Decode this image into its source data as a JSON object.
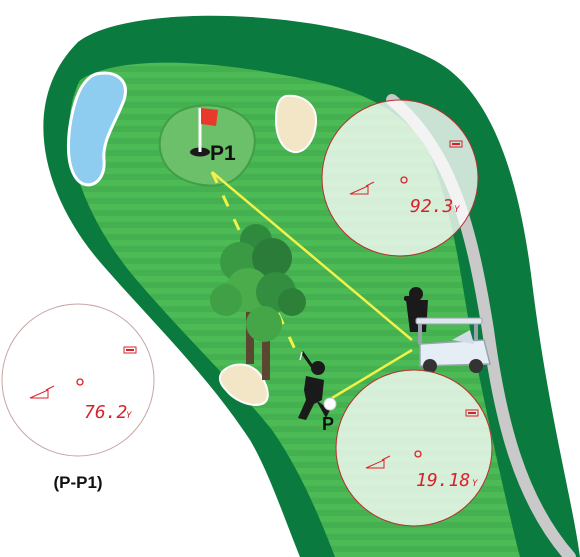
{
  "markers": {
    "pin": "P1",
    "player": "P"
  },
  "readouts": {
    "left": {
      "value": "76.2",
      "unit": "Y"
    },
    "top_right": {
      "value": "92.3",
      "unit": "Y"
    },
    "bottom_right": {
      "value": "19.18",
      "unit": "Y"
    }
  },
  "caption": "(P-P1)",
  "colors": {
    "rough": "#0b7a3e",
    "fairway_light": "#4cba55",
    "fairway_dark": "#3fa84a",
    "green": "#6cc06a",
    "sand": "#f2e6c6",
    "water": "#8fcdf0",
    "path": "#c9c9c9",
    "line": "#f1f14a",
    "lcd": "#d8222b",
    "flag": "#e8392b"
  },
  "icons": [
    "flag-icon",
    "tree-icon",
    "golfer-icon",
    "spotter-icon",
    "golf-cart-icon",
    "ball-icon",
    "battery-icon",
    "angle-icon"
  ]
}
